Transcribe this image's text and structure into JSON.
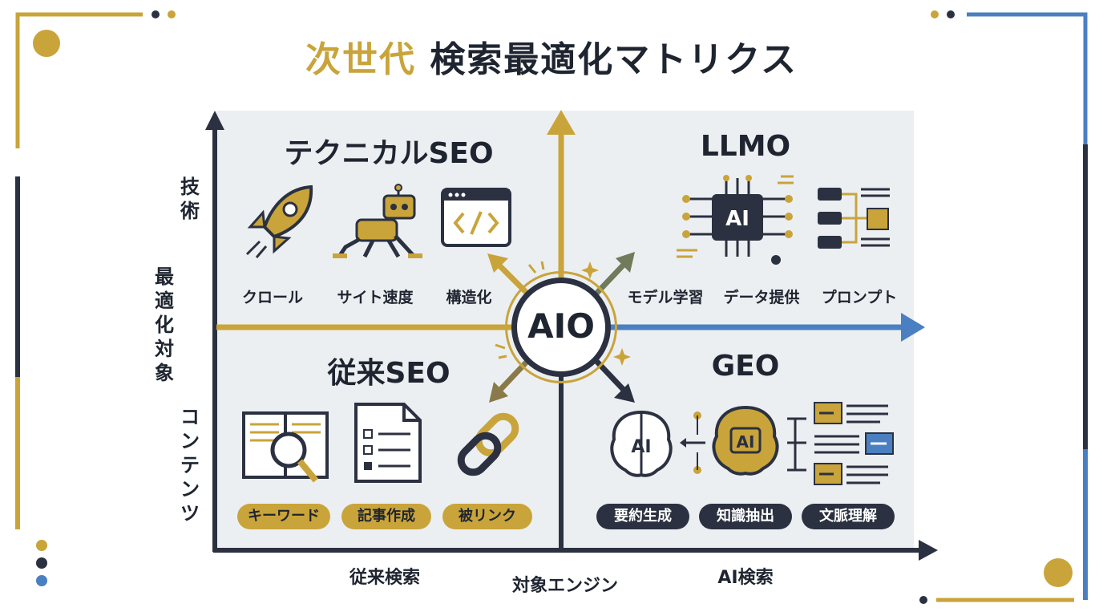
{
  "title": {
    "accent": "次世代",
    "main": "検索最適化マトリクス"
  },
  "center": {
    "label": "AIO"
  },
  "axes": {
    "y_top": "技術",
    "y_middle": "最適化対象",
    "y_bottom": "コンテンツ",
    "x_left": "従来検索",
    "x_middle": "対象エンジン",
    "x_right": "AI検索"
  },
  "quadrants": {
    "technical": {
      "title": "テクニカルSEO",
      "items": [
        "クロール",
        "サイト速度",
        "構造化"
      ]
    },
    "llmo": {
      "title": "LLMO",
      "items": [
        "モデル学習",
        "データ提供",
        "プロンプト"
      ]
    },
    "traditional": {
      "title": "従来SEO",
      "items": [
        "キーワード",
        "記事作成",
        "被リンク"
      ]
    },
    "geo": {
      "title": "GEO",
      "items": [
        "要約生成",
        "知識抽出",
        "文脈理解"
      ]
    }
  },
  "icons": {
    "technical": [
      "rocket-icon",
      "robot-crawler-icon",
      "code-window-icon"
    ],
    "llmo": [
      "ai-chip-icon",
      "data-structure-icon"
    ],
    "traditional": [
      "book-search-icon",
      "document-checklist-icon",
      "link-icon"
    ],
    "geo": [
      "ai-brain-icon",
      "ai-brain-gold-icon",
      "summary-cards-icon"
    ]
  },
  "colors": {
    "gold": "#c9a43a",
    "dark": "#2b3140",
    "blue": "#4a7fc1",
    "panel": "#eceff2"
  }
}
